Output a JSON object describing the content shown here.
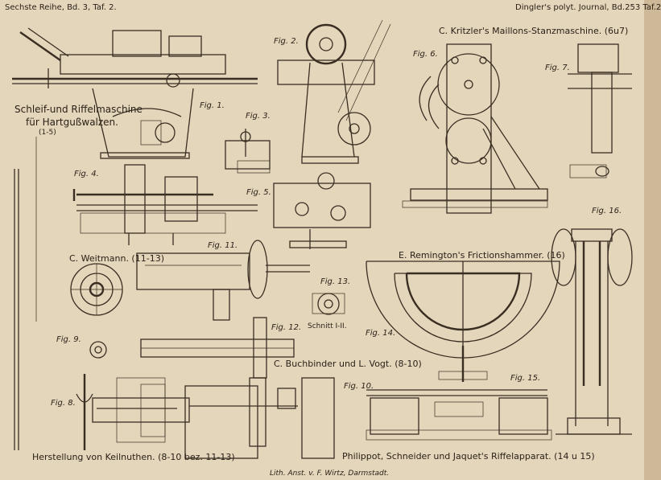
{
  "header": {
    "left": "Sechste Reihe, Bd. 3, Taf. 2.",
    "right": "Dingler's polyt. Journal, Bd.253 Taf.2"
  },
  "titles": {
    "schleif_1": "Schleif-und Riffelmaschine",
    "schleif_2": "für Hartgußwalzen.",
    "schleif_3": "(1-5)",
    "kritzler": "C. Kritzler's Maillons-Stanzmaschine. (6u7)",
    "weitmann": "C. Weitmann. (11-13)",
    "remington": "E. Remington's Frictionshammer. (16)",
    "buchbinder": "C. Buchbinder und L. Vogt. (8-10)",
    "keilnuthen": "Herstellung von Keilnuthen. (8-10 bez. 11-13)",
    "philippot": "Philippot, Schneider und Jaquet's Riffelapparat. (14 u 15)",
    "schnitt": "Schnitt I-II."
  },
  "figures": {
    "f1": "Fig. 1.",
    "f2": "Fig. 2.",
    "f3": "Fig. 3.",
    "f4": "Fig. 4.",
    "f5": "Fig. 5.",
    "f6": "Fig. 6.",
    "f7": "Fig. 7.",
    "f8": "Fig. 8.",
    "f9": "Fig. 9.",
    "f10": "Fig. 10.",
    "f11": "Fig. 11.",
    "f12": "Fig. 12.",
    "f13": "Fig. 13.",
    "f14": "Fig. 14.",
    "f15": "Fig. 15.",
    "f16": "Fig. 16."
  },
  "footer": "Lith. Anst. v. F. Wirtz, Darmstadt."
}
